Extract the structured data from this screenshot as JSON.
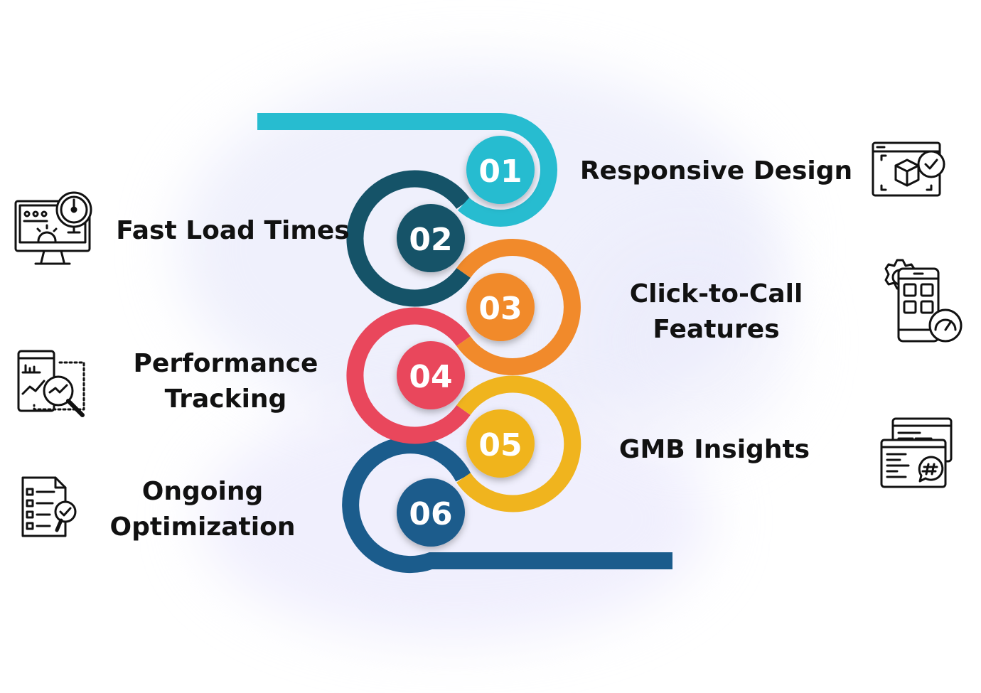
{
  "colors": {
    "step1": "#27bcd0",
    "step2": "#155368",
    "step3": "#f18a2b",
    "step4": "#e9475c",
    "step5": "#f0b41e",
    "step6": "#1b5c8c",
    "text": "#111111",
    "icon_stroke": "#111111"
  },
  "steps": [
    {
      "number": "01",
      "title": "Responsive Design",
      "icon": "responsive-design-icon"
    },
    {
      "number": "02",
      "title": "Fast Load Times",
      "icon": "speed-monitor-icon"
    },
    {
      "number": "03",
      "title_lines": [
        "Click-to-Call",
        "Features"
      ],
      "icon": "mobile-app-settings-icon"
    },
    {
      "number": "04",
      "title_lines": [
        "Performance",
        "Tracking"
      ],
      "icon": "performance-analytics-icon"
    },
    {
      "number": "05",
      "title": "GMB Insights",
      "icon": "hashtag-chat-icon"
    },
    {
      "number": "06",
      "title_lines": [
        "Ongoing",
        "Optimization"
      ],
      "icon": "checklist-search-icon"
    }
  ]
}
